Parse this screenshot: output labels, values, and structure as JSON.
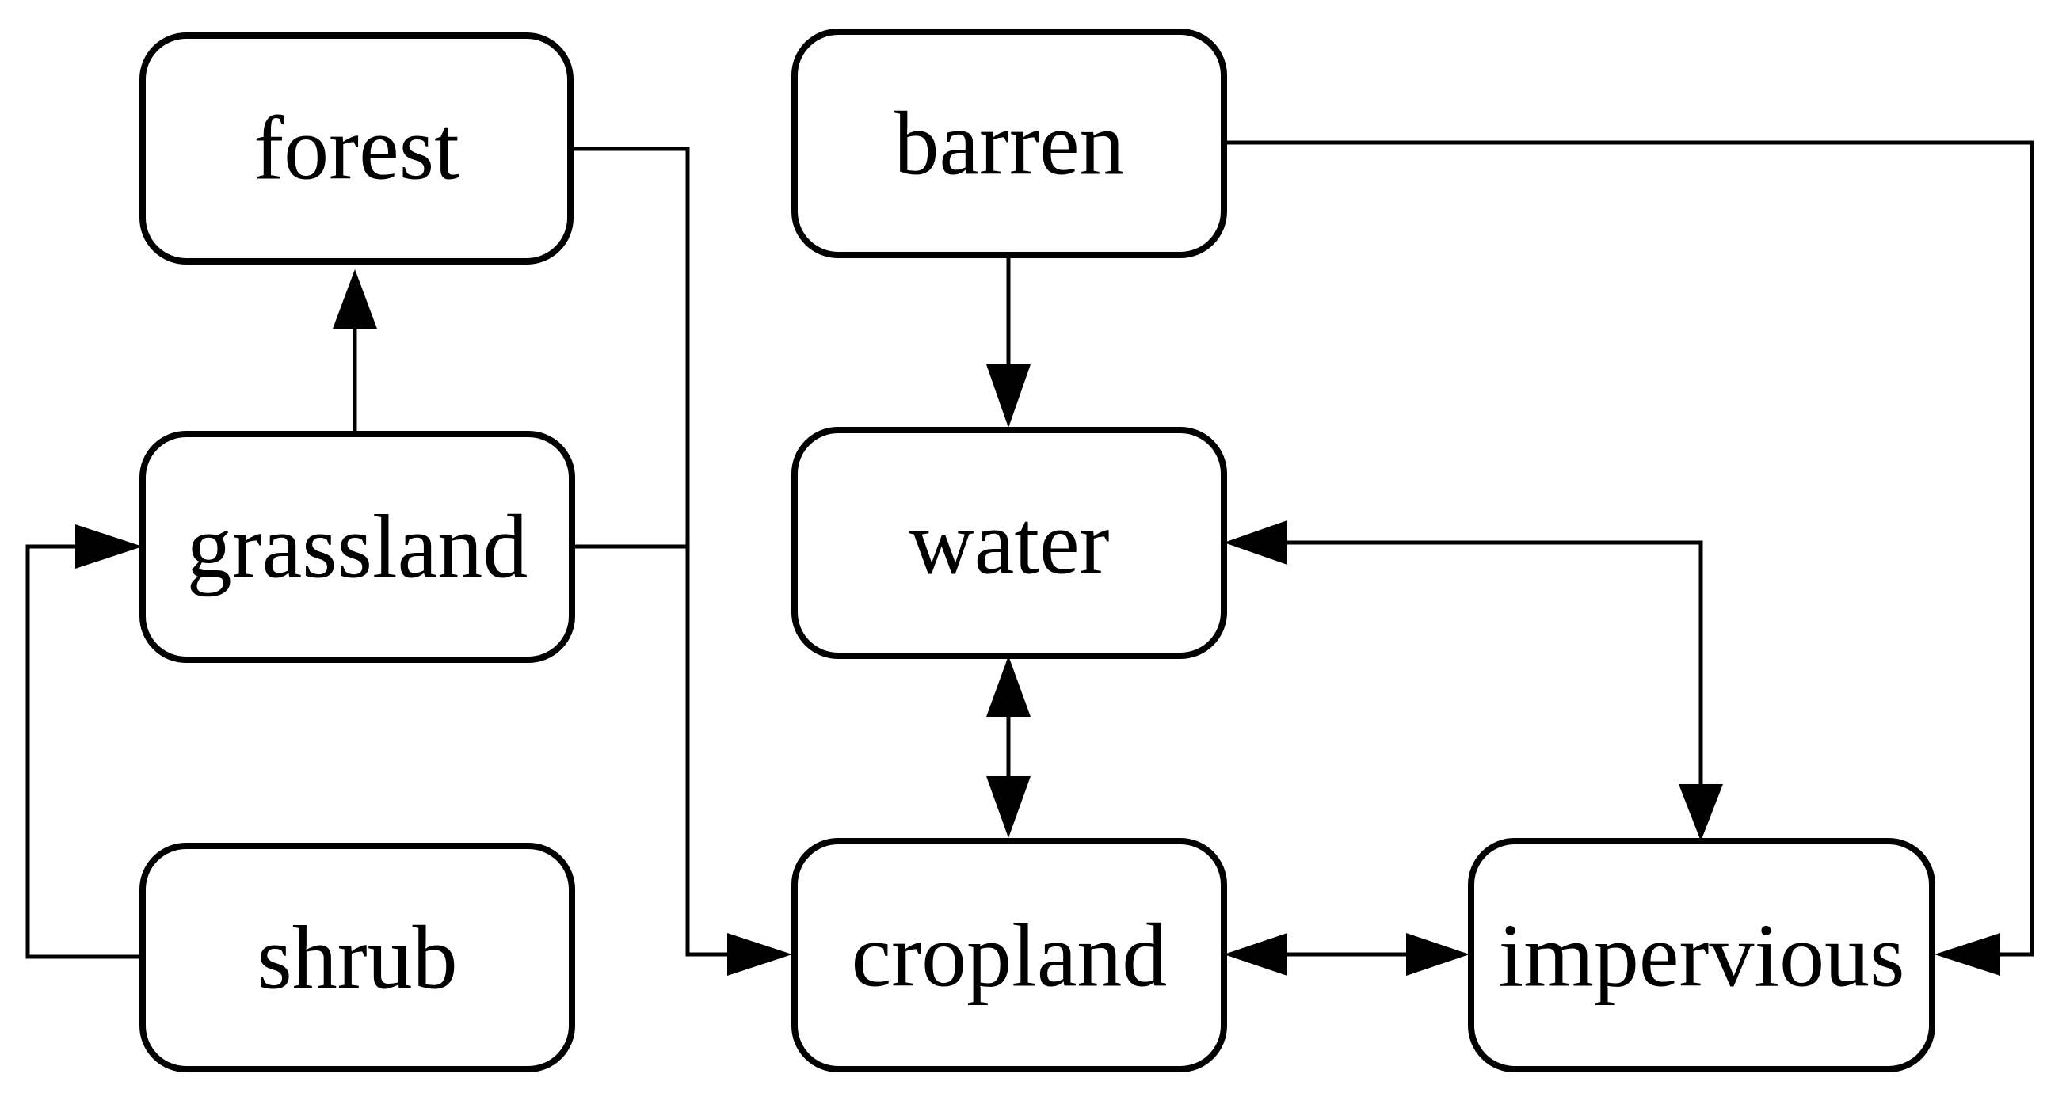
{
  "diagram": {
    "type": "flow",
    "nodes": {
      "forest": "forest",
      "barren": "barren",
      "grassland": "grassland",
      "water": "water",
      "shrub": "shrub",
      "cropland": "cropland",
      "impervious": "impervious"
    },
    "edges": [
      {
        "from": "grassland",
        "to": "forest",
        "direction": "one-way"
      },
      {
        "from": "shrub",
        "to": "grassland",
        "direction": "one-way"
      },
      {
        "from": "forest",
        "to": "cropland",
        "direction": "one-way"
      },
      {
        "from": "grassland",
        "to": "cropland",
        "direction": "one-way"
      },
      {
        "from": "barren",
        "to": "water",
        "direction": "one-way"
      },
      {
        "from": "barren",
        "to": "impervious",
        "direction": "one-way"
      },
      {
        "from": "water",
        "to": "cropland",
        "direction": "two-way"
      },
      {
        "from": "water",
        "to": "impervious",
        "direction": "two-way"
      },
      {
        "from": "cropland",
        "to": "impervious",
        "direction": "two-way"
      }
    ],
    "colors": {
      "line": "#000000",
      "box_fill": "#ffffff",
      "background": "#ffffff"
    }
  }
}
